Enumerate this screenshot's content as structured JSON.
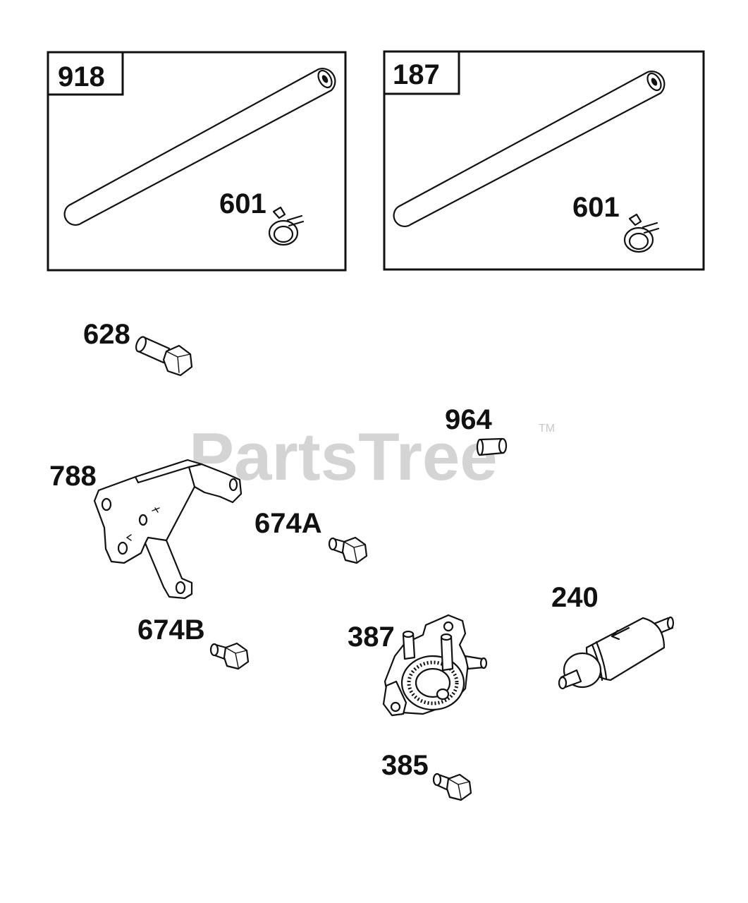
{
  "watermark": {
    "text": "PartsTree",
    "trademark": "TM"
  },
  "kits": [
    {
      "kit_number": "918",
      "part_label": "601"
    },
    {
      "kit_number": "187",
      "part_label": "601"
    }
  ],
  "parts": {
    "p628": "628",
    "p964": "964",
    "p788": "788",
    "p674a": "674A",
    "p674b": "674B",
    "p240": "240",
    "p387": "387",
    "p385": "385"
  }
}
